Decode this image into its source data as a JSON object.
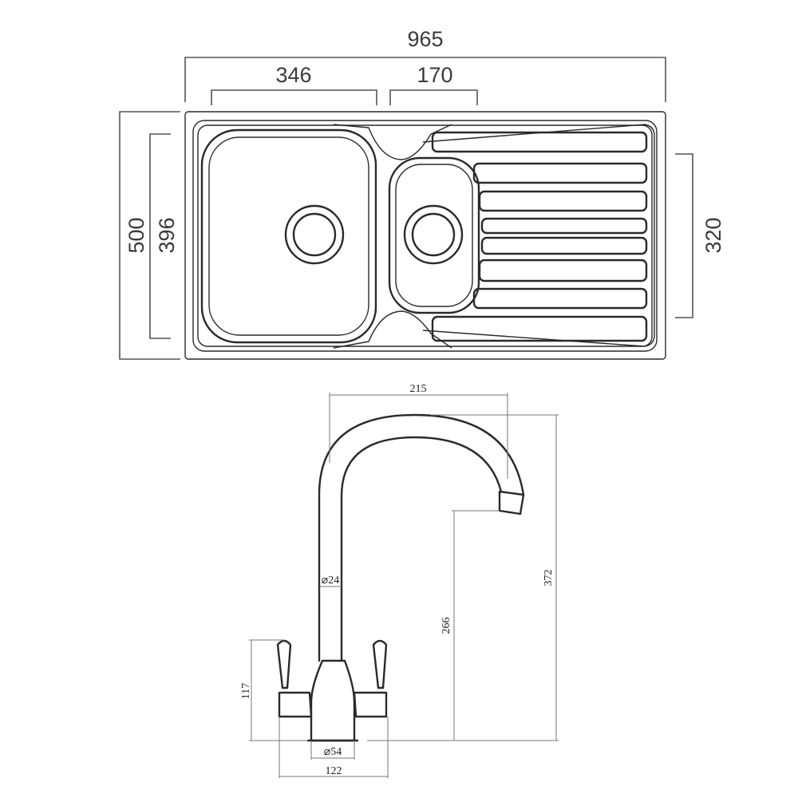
{
  "sink": {
    "overall_width": "965",
    "main_bowl_width": "346",
    "half_bowl_width": "170",
    "overall_depth": "500",
    "bowl_depth": "396",
    "drainer_depth": "320"
  },
  "tap": {
    "spout_reach": "215",
    "overall_height": "372",
    "spout_height": "266",
    "body_diameter": "⌀24",
    "lever_height": "117",
    "base_diameter": "⌀54",
    "handle_span": "122"
  }
}
